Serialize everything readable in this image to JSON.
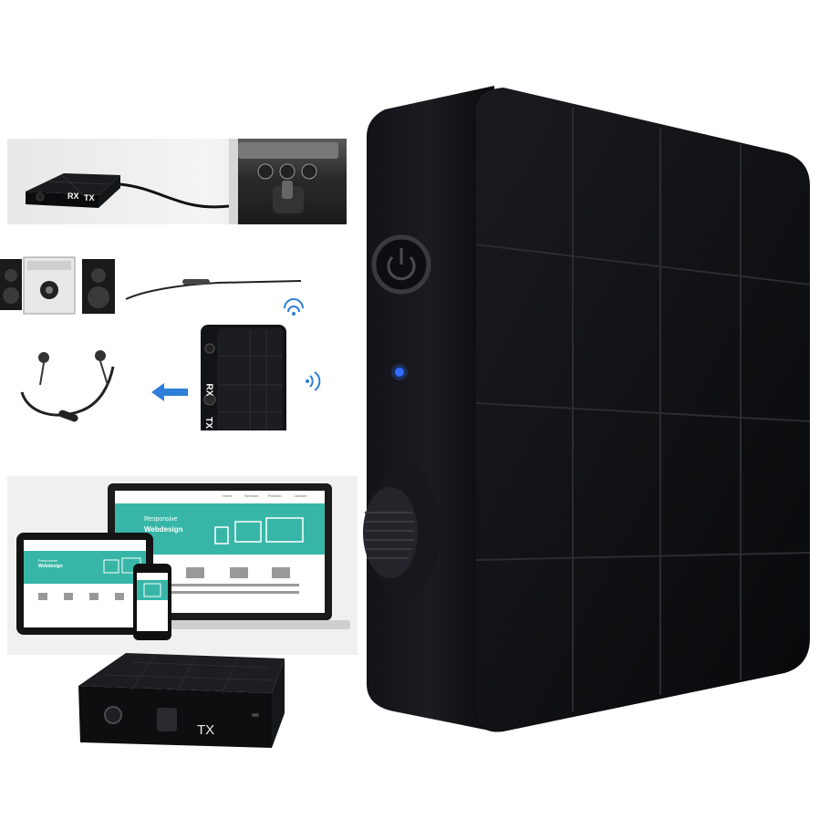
{
  "device": {
    "rx_label": "RX",
    "tx_label": "TX",
    "led_color": "#2f6cff",
    "body_color": "#0e0f12"
  },
  "screens": {
    "laptop": {
      "nav_items": [
        "Home",
        "Services",
        "Portfolio",
        "Contact"
      ],
      "headline_line1": "Responsive",
      "headline_line2": "Webdesign"
    },
    "tablet": {
      "headline_line1": "Responsive",
      "headline_line2": "Webdesign"
    }
  },
  "accent_teal": "#37b6a8",
  "arrow_color": "#2d7fd8"
}
